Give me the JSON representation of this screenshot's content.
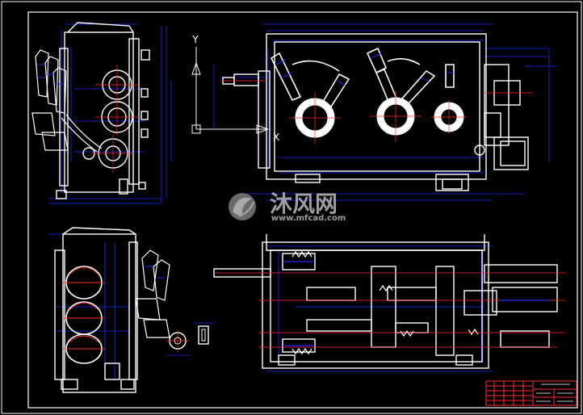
{
  "axis_labels": {
    "y": "Y",
    "x": "X"
  },
  "watermark": {
    "brand_cn": "沐风网",
    "url": "www.mfcad.com"
  },
  "colors": {
    "background": "#000000",
    "outline": "#ffffff",
    "dimension": "#1e2bff",
    "center_line": "#ff2a2a",
    "title_block": "#ff2a2a"
  }
}
